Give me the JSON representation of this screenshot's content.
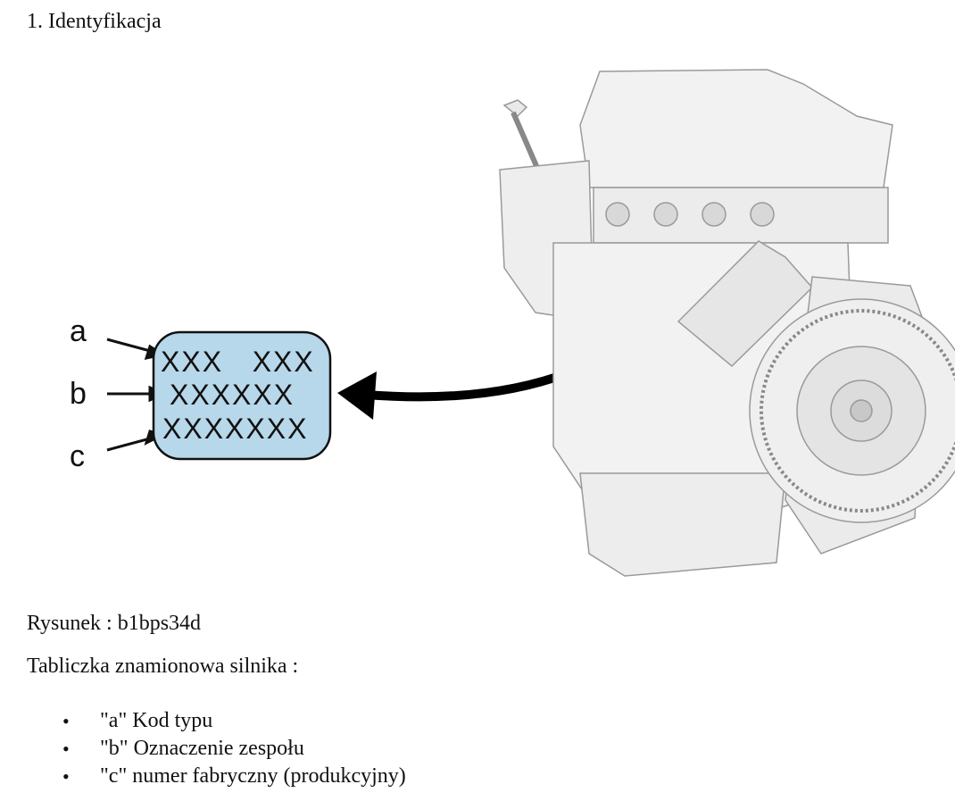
{
  "heading": "1. Identyfikacja",
  "figure": {
    "callouts": [
      "a",
      "b",
      "c"
    ],
    "plate_lines": [
      "XXX   XXX",
      "XXXXXX",
      "XXXXXXX"
    ],
    "plate_color": "#b7d7ea",
    "engine_color": "#f2f2f2"
  },
  "caption": "Rysunek : b1bps34d",
  "intro": "Tabliczka znamionowa silnika :",
  "items": [
    "\"a\" Kod typu",
    "\"b\" Oznaczenie zespołu",
    "\"c\" numer fabryczny (produkcyjny)"
  ]
}
